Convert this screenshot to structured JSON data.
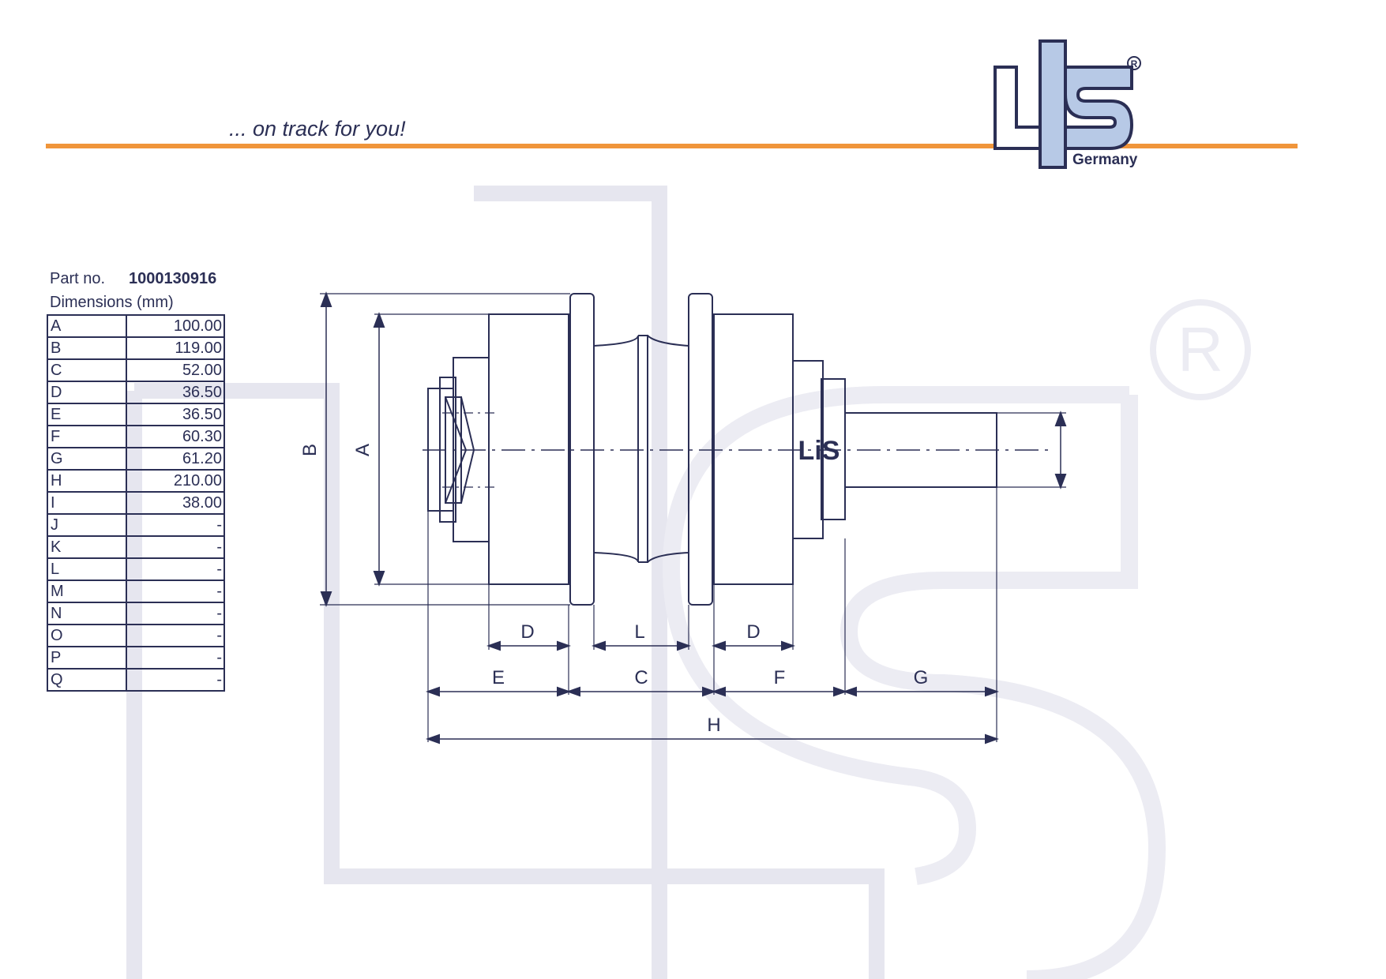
{
  "header": {
    "slogan": "... on track for you!",
    "logo_text": "LiS",
    "logo_sub": "Germany",
    "registered_mark": "®"
  },
  "part": {
    "label": "Part no.",
    "number": "1000130916"
  },
  "dimensions": {
    "title": "Dimensions (mm)",
    "rows": [
      {
        "key": "A",
        "value": "100.00"
      },
      {
        "key": "B",
        "value": "119.00"
      },
      {
        "key": "C",
        "value": "52.00"
      },
      {
        "key": "D",
        "value": "36.50"
      },
      {
        "key": "E",
        "value": "36.50"
      },
      {
        "key": "F",
        "value": "60.30"
      },
      {
        "key": "G",
        "value": "61.20"
      },
      {
        "key": "H",
        "value": "210.00"
      },
      {
        "key": "I",
        "value": "38.00"
      },
      {
        "key": "J",
        "value": "-"
      },
      {
        "key": "K",
        "value": "-"
      },
      {
        "key": "L",
        "value": "-"
      },
      {
        "key": "M",
        "value": "-"
      },
      {
        "key": "N",
        "value": "-"
      },
      {
        "key": "O",
        "value": "-"
      },
      {
        "key": "P",
        "value": "-"
      },
      {
        "key": "Q",
        "value": "-"
      }
    ]
  },
  "drawing": {
    "labels": {
      "A": "A",
      "B": "B",
      "C": "C",
      "D1": "D",
      "D2": "D",
      "E": "E",
      "F": "F",
      "G": "G",
      "H": "H",
      "L": "L"
    },
    "stamp": "LiS"
  },
  "colors": {
    "navy": "#2b2f55",
    "orange": "#f0953a",
    "logo_fill": "#b7c9e6",
    "watermark": "#e6e6f0"
  }
}
